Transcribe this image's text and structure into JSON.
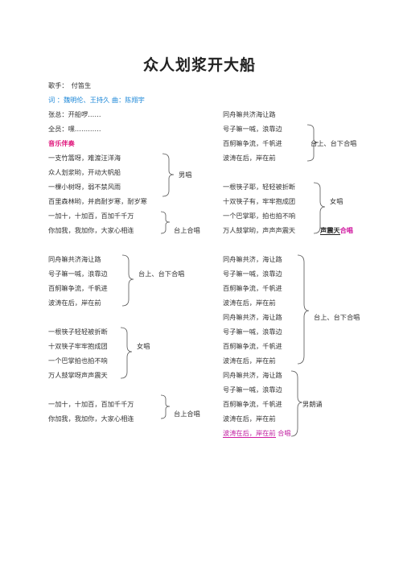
{
  "title": "众人划浆开大船",
  "meta": {
    "singer": "歌手：　付笛生",
    "credits": "词 ：魏明伦、王持久 曲：陈翔宇",
    "music_label": "音乐伴奏"
  },
  "left": {
    "l1": "张总：开船啰……",
    "l2": "全员：嘿…………",
    "l4": "一支竹篙呀，难渡汪洋海",
    "l5": "众人划浆哟，开动大帆船",
    "l6": "一棵小树呀，弱不禁风雨",
    "l7": "百里森林哟，并肩耐岁寒，耐岁寒",
    "l8": "一加十，十加百，百加千千万",
    "l9": "你加我，我加你，大家心相连",
    "l10": "同舟嘛共济海让路",
    "l11": "号子嘛一喊，浪靠边",
    "l12": "百舸嘛争流，千帆进",
    "l13": "波涛在后，岸在前",
    "l14": "一根筷子轻轻被折断",
    "l15": "十双筷子牢牢抱成团",
    "l16": "一个巴掌拍也拍不响",
    "l17": "万人鼓掌呀声声震天",
    "l18": "一加十，十加百，百加千千万",
    "l19": "你加我，我加你，大家心相连"
  },
  "left_tags": {
    "male": "男唱",
    "stage1": "台上合唱",
    "stage_all": "台上、台下合唱",
    "female": "女唱",
    "stage2": "台上合唱"
  },
  "right": {
    "r1": "同舟嘛共济海让路",
    "r2": "号子嘛一喊，浪靠边",
    "r3": "百舸嘛争流，千帆进",
    "r4": "波涛在后，岸在前",
    "r5": "一根筷子耶，轻轻被折断",
    "r6": "十双筷子有，牢牢抱成团",
    "r7": "一个巴掌耶，拍也拍不响",
    "r8": "万人鼓掌哟，声声声震天",
    "r9": "同舟嘛共济，海让路",
    "r10": "号子嘛一喊，浪靠边",
    "r11": "百舸嘛争流，千帆进",
    "r12": "波涛在后，岸在前",
    "r13": "同舟嘛共济，海让路",
    "r14": "号子嘛一喊，浪靠边",
    "r15": "百舸嘛争流，千帆进",
    "r16": "波涛在后，岸在前",
    "r17": "同舟嘛共济，海让路",
    "r18": "号子嘛一喊，浪靠边",
    "r19": "百舸嘛争流，千帆进",
    "r20": "波涛在后，岸在前",
    "r21": "波涛在后，岸在前"
  },
  "right_tags": {
    "stage_all1": "台上、台下合唱",
    "female": "女唱",
    "voice_a": "声震天",
    "voice_b": "合唱",
    "stage_all2": "台上、台下合唱",
    "male_recite": "男朗诵",
    "chorus_end": "合唱"
  }
}
